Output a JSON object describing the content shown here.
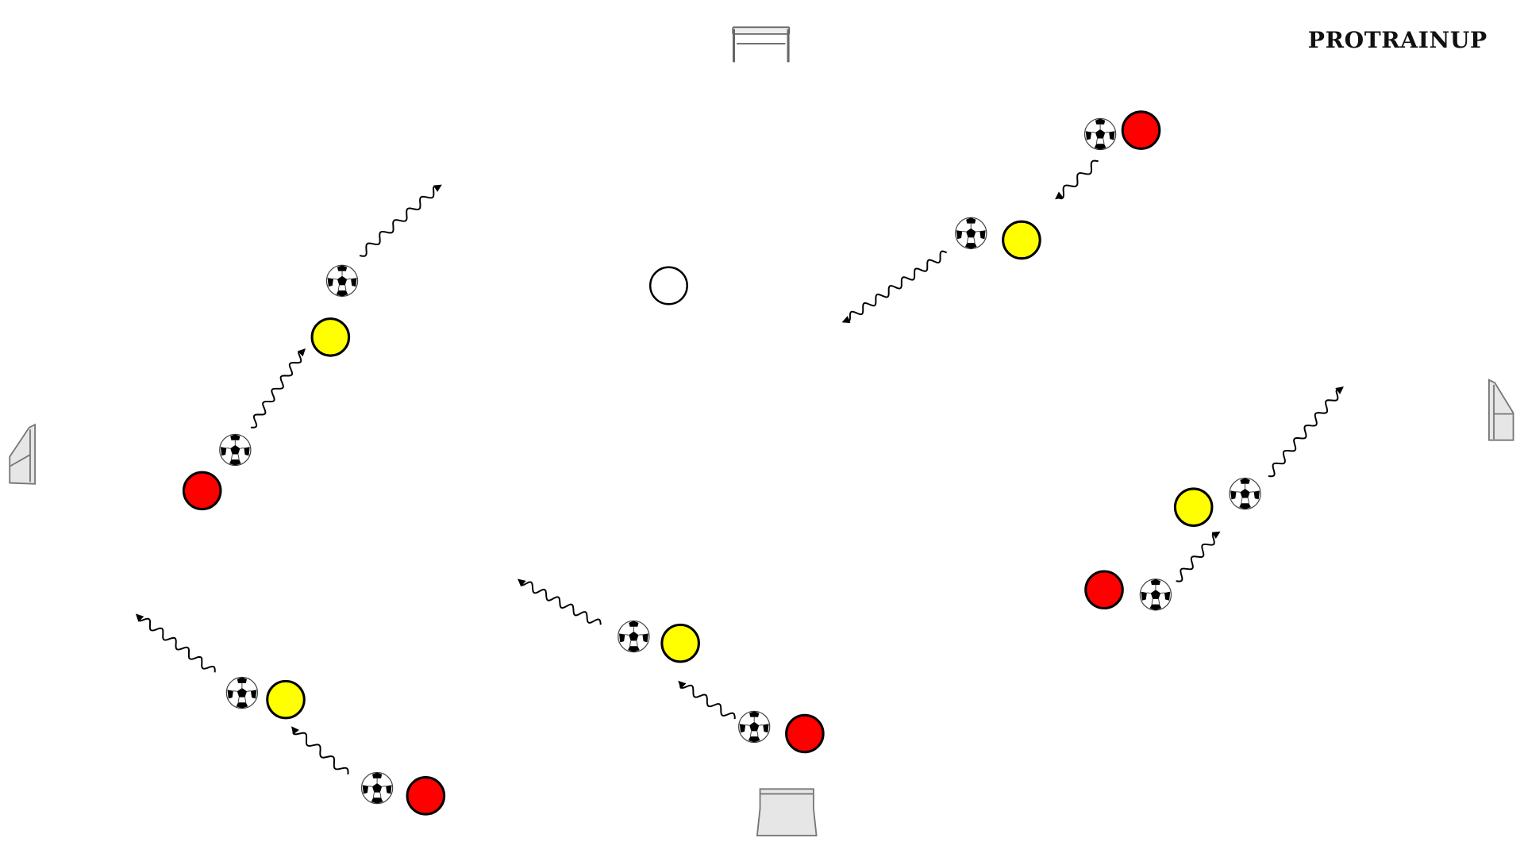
{
  "logo": {
    "text": "PROTRAINUP"
  },
  "colors": {
    "team_red": "#ff0000",
    "team_yellow": "#ffff00",
    "neutral": "#ffffff",
    "goal_fill": "#e6e6e6",
    "goal_stroke": "#777777"
  },
  "legend_icons": [
    "soccer-ball-icon",
    "player-marker-red",
    "player-marker-yellow",
    "player-marker-white",
    "goal-icon",
    "dribble-arrow-icon"
  ]
}
